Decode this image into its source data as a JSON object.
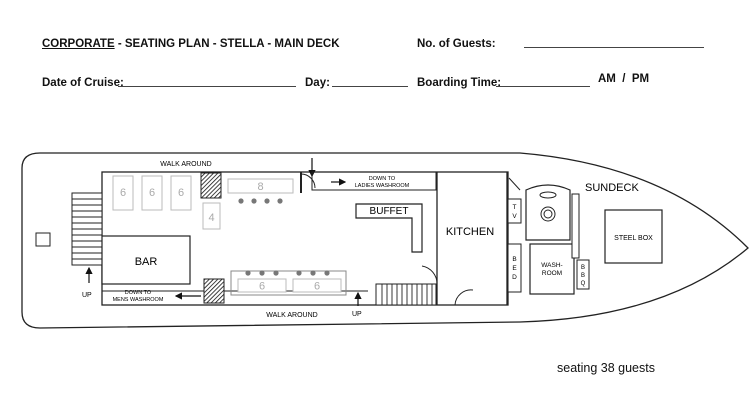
{
  "header": {
    "corporate": "CORPORATE",
    "title_rest": " - SEATING PLAN - STELLA - MAIN DECK",
    "guests_label": "No. of Guests:",
    "date_label": "Date of Cruise:",
    "day_label": "Day:",
    "boarding_label": "Boarding Time:",
    "am_pm": "AM  /  PM"
  },
  "plan": {
    "walkaround_top": "WALK AROUND",
    "walkaround_bottom": "WALK AROUND",
    "ladies_washroom": [
      "DOWN TO",
      "LADIES WASHROOM"
    ],
    "mens_washroom": [
      "DOWN TO",
      "MENS WASHROOM"
    ],
    "up_left": "UP",
    "up_bottom": "UP",
    "bar": "BAR",
    "buffet": "BUFFET",
    "kitchen": "KITCHEN",
    "sundeck": "SUNDECK",
    "steel_box": "STEEL BOX",
    "tv": [
      "T",
      "V"
    ],
    "bed": [
      "B",
      "E",
      "D"
    ],
    "washroom": [
      "WASH-",
      "ROOM"
    ],
    "bbq": [
      "B",
      "B",
      "Q"
    ],
    "tables": {
      "top_left": [
        "6",
        "6",
        "6"
      ],
      "small": "4",
      "top_long": "8",
      "bottom": [
        "6",
        "6"
      ]
    }
  },
  "footer": {
    "seating": "seating 38 guests"
  }
}
